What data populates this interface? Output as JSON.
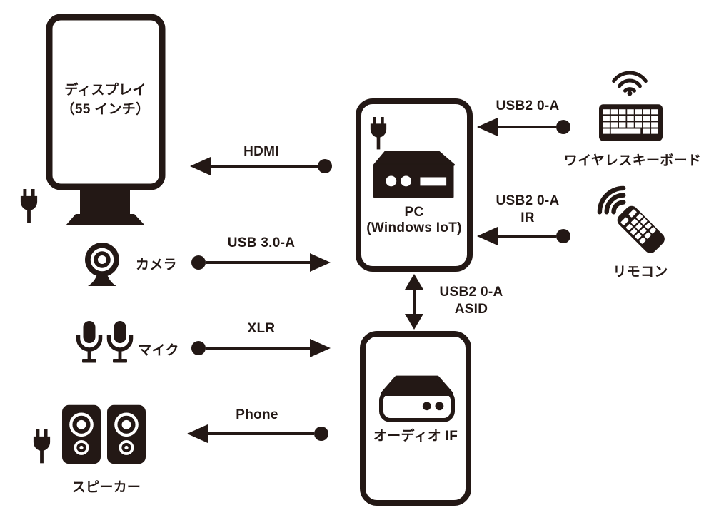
{
  "colors": {
    "ink": "#231815",
    "background": "#ffffff"
  },
  "nodes": {
    "display": {
      "label": "ディスプレイ",
      "sublabel": "（55 インチ）"
    },
    "pc": {
      "label": "PC",
      "sublabel": "(Windows IoT)"
    },
    "wireless_keyboard": {
      "label": "ワイヤレスキーボード"
    },
    "remote_control": {
      "label": "リモコン"
    },
    "camera": {
      "label": "カメラ"
    },
    "microphone": {
      "label": "マイク"
    },
    "speakers": {
      "label": "スピーカー"
    },
    "audio_interface": {
      "label": "オーディオ IF"
    }
  },
  "connections": {
    "pc_to_display": {
      "label": "HDMI",
      "direction": "left"
    },
    "keyboard_to_pc": {
      "label": "USB2 0-A",
      "direction": "left"
    },
    "remote_to_pc": {
      "label": "USB2 0-A",
      "sublabel": "IR",
      "direction": "left"
    },
    "camera_to_pc": {
      "label": "USB 3.0-A",
      "direction": "right"
    },
    "mic_to_audio_if": {
      "label": "XLR",
      "direction": "right"
    },
    "audio_if_to_speakers": {
      "label": "Phone",
      "direction": "left"
    },
    "pc_audio_if": {
      "label": "USB2 0-A",
      "sublabel": "ASID",
      "direction": "both"
    }
  },
  "icons": {
    "display": "monitor-icon",
    "power": "power-plug-icon",
    "pc": "desktop-box-icon",
    "wireless": "wifi-icon",
    "keyboard": "keyboard-icon",
    "remote": "remote-control-icon",
    "camera": "webcam-icon",
    "microphone": "microphone-icon",
    "speakers": "speaker-icon",
    "audio_interface": "audio-interface-icon"
  }
}
